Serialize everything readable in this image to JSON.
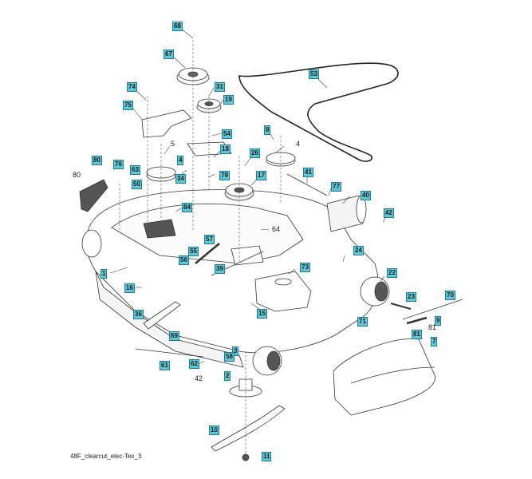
{
  "diagram": {
    "title": "Mower deck exploded parts diagram",
    "caption": "48F_clearcut_elec-Tex_3",
    "accent_color": "#5ec8d8",
    "labels": [
      {
        "id": "68",
        "boxed": true
      },
      {
        "id": "67",
        "boxed": true
      },
      {
        "id": "74",
        "boxed": true
      },
      {
        "id": "75",
        "boxed": true
      },
      {
        "id": "31",
        "boxed": true
      },
      {
        "id": "19",
        "boxed": true
      },
      {
        "id": "54",
        "boxed": true
      },
      {
        "id": "53",
        "boxed": true
      },
      {
        "id": "8",
        "boxed": true
      },
      {
        "id": "4",
        "boxed": false
      },
      {
        "id": "5",
        "boxed": false
      },
      {
        "id": "4b",
        "text": "4",
        "boxed": true
      },
      {
        "id": "18",
        "boxed": true
      },
      {
        "id": "26",
        "boxed": true
      },
      {
        "id": "79",
        "boxed": true
      },
      {
        "id": "17",
        "boxed": true
      },
      {
        "id": "34",
        "boxed": true
      },
      {
        "id": "41",
        "boxed": true
      },
      {
        "id": "77",
        "boxed": true
      },
      {
        "id": "40",
        "boxed": true
      },
      {
        "id": "42",
        "boxed": true
      },
      {
        "id": "80a",
        "text": "80",
        "boxed": true
      },
      {
        "id": "80b",
        "text": "80",
        "boxed": false
      },
      {
        "id": "76",
        "boxed": true
      },
      {
        "id": "63",
        "boxed": true
      },
      {
        "id": "50",
        "boxed": true
      },
      {
        "id": "84",
        "boxed": true
      },
      {
        "id": "64",
        "boxed": false
      },
      {
        "id": "57",
        "boxed": true
      },
      {
        "id": "55",
        "boxed": true
      },
      {
        "id": "56",
        "boxed": true
      },
      {
        "id": "39",
        "boxed": true
      },
      {
        "id": "24",
        "boxed": true
      },
      {
        "id": "73",
        "boxed": true
      },
      {
        "id": "1",
        "boxed": true
      },
      {
        "id": "16",
        "boxed": true
      },
      {
        "id": "22",
        "boxed": true
      },
      {
        "id": "15",
        "boxed": true
      },
      {
        "id": "23",
        "boxed": true
      },
      {
        "id": "70",
        "boxed": true
      },
      {
        "id": "36",
        "boxed": true
      },
      {
        "id": "69",
        "boxed": true
      },
      {
        "id": "71",
        "boxed": true
      },
      {
        "id": "9",
        "boxed": true
      },
      {
        "id": "81a",
        "text": "81",
        "boxed": false
      },
      {
        "id": "81b",
        "text": "81",
        "boxed": true
      },
      {
        "id": "7",
        "boxed": true
      },
      {
        "id": "61",
        "boxed": true
      },
      {
        "id": "62",
        "boxed": true
      },
      {
        "id": "42b",
        "text": "42",
        "boxed": false
      },
      {
        "id": "3",
        "boxed": true
      },
      {
        "id": "58",
        "boxed": true
      },
      {
        "id": "2",
        "boxed": true
      },
      {
        "id": "10",
        "boxed": true
      },
      {
        "id": "11",
        "boxed": true
      }
    ]
  }
}
